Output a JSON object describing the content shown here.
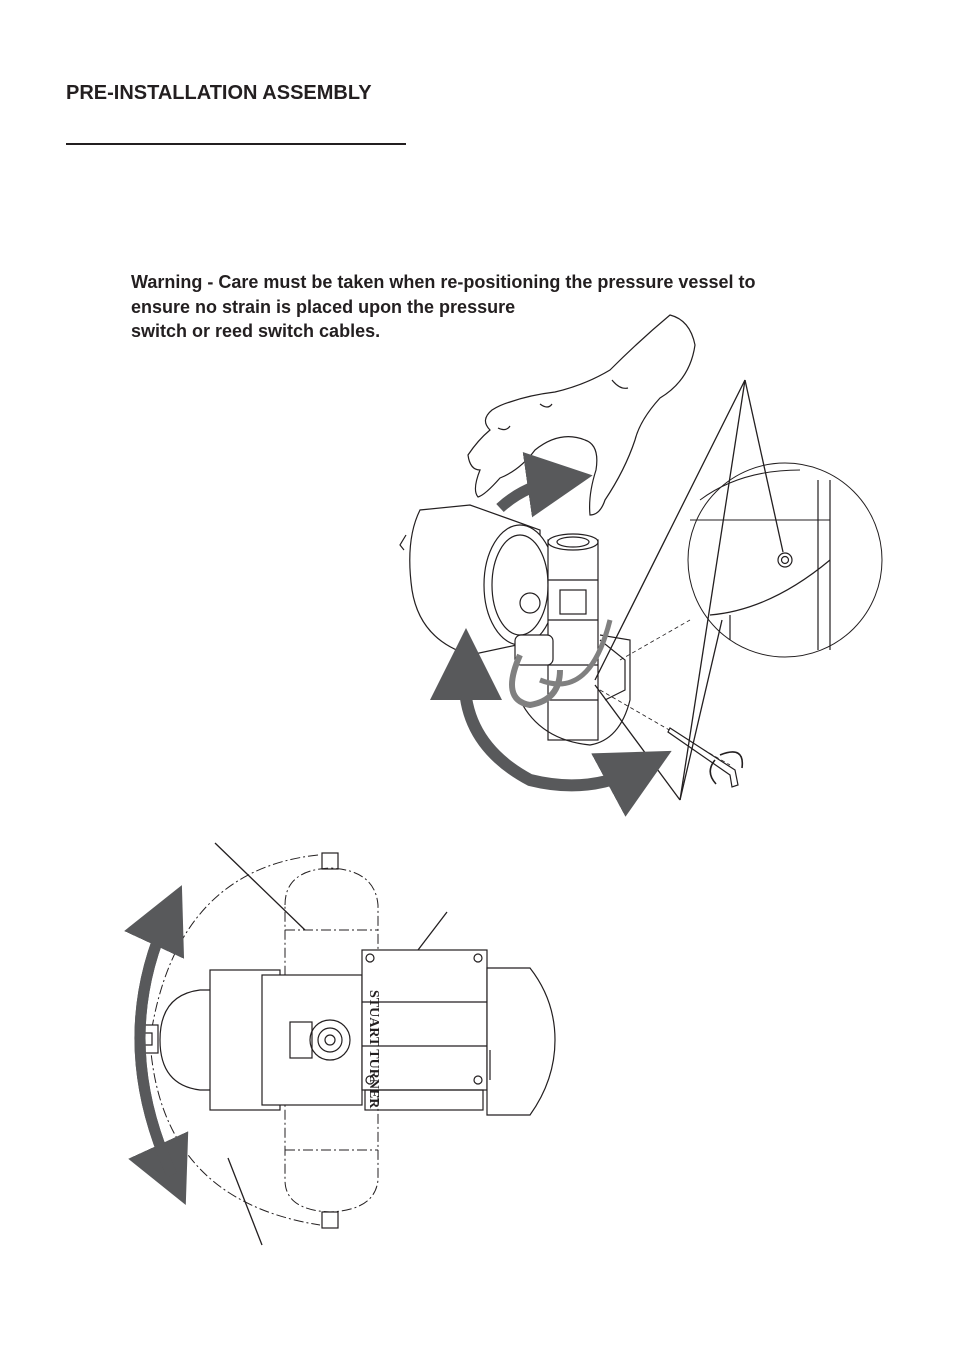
{
  "page": {
    "heading": "PRE-INSTALLATION ASSEMBLY",
    "warning_lines": [
      "Warning - Care must be taken when re-positioning the pressure vessel to",
      "ensure no strain is placed upon the pressure",
      "switch or reed switch cables."
    ]
  },
  "figure_top": {
    "arrow_color": "#58595b",
    "icons": [
      "hand-icon",
      "pressure-vessel-icon",
      "allen-key-icon",
      "grub-screw-detail-icon",
      "rotation-arrow-icon"
    ]
  },
  "figure_bottom": {
    "logo_text": "STUART TURNER",
    "icons": [
      "pump-top-view-icon",
      "vessel-outline-icon",
      "rotation-arrow-icon"
    ]
  }
}
